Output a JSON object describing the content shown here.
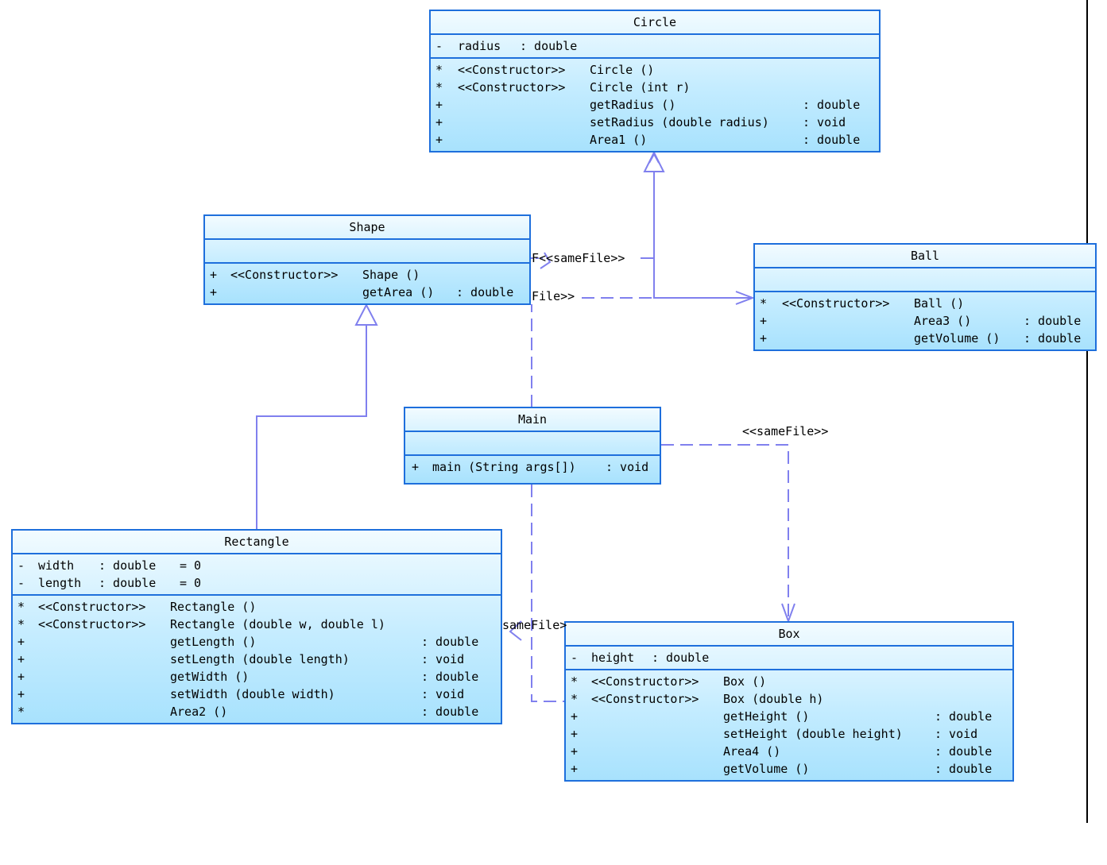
{
  "classes": {
    "circle": {
      "name": "Circle",
      "attributes": [
        {
          "vis": "-",
          "name": "radius",
          "type": ": double"
        }
      ],
      "operations": [
        {
          "vis": "*",
          "stereo": "<<Constructor>>",
          "sig": "Circle ()",
          "ret": ""
        },
        {
          "vis": "*",
          "stereo": "<<Constructor>>",
          "sig": "Circle (int r)",
          "ret": ""
        },
        {
          "vis": "+",
          "stereo": "",
          "sig": "getRadius ()",
          "ret": ": double"
        },
        {
          "vis": "+",
          "stereo": "",
          "sig": "setRadius (double radius)",
          "ret": ": void"
        },
        {
          "vis": "+",
          "stereo": "",
          "sig": "Area1 ()",
          "ret": ": double"
        }
      ]
    },
    "shape": {
      "name": "Shape",
      "attributes": [],
      "operations": [
        {
          "vis": "+",
          "stereo": "<<Constructor>>",
          "sig": "Shape ()",
          "ret": ""
        },
        {
          "vis": "+",
          "stereo": "",
          "sig": "getArea ()",
          "ret": ": double"
        }
      ]
    },
    "ball": {
      "name": "Ball",
      "attributes": [],
      "operations": [
        {
          "vis": "*",
          "stereo": "<<Constructor>>",
          "sig": "Ball ()",
          "ret": ""
        },
        {
          "vis": "+",
          "stereo": "",
          "sig": "Area3 ()",
          "ret": ": double"
        },
        {
          "vis": "+",
          "stereo": "",
          "sig": "getVolume ()",
          "ret": ": double"
        }
      ]
    },
    "main": {
      "name": "Main",
      "attributes": [],
      "operations": [
        {
          "vis": "+",
          "stereo": "",
          "sig": "main (String args[])",
          "ret": ": void"
        }
      ]
    },
    "rectangle": {
      "name": "Rectangle",
      "attributes": [
        {
          "vis": "-",
          "name": "width",
          "type": ": double",
          "init": "= 0"
        },
        {
          "vis": "-",
          "name": "length",
          "type": ": double",
          "init": "= 0"
        }
      ],
      "operations": [
        {
          "vis": "*",
          "stereo": "<<Constructor>>",
          "sig": "Rectangle ()",
          "ret": ""
        },
        {
          "vis": "*",
          "stereo": "<<Constructor>>",
          "sig": "Rectangle (double w, double l)",
          "ret": ""
        },
        {
          "vis": "+",
          "stereo": "",
          "sig": "getLength ()",
          "ret": ": double"
        },
        {
          "vis": "+",
          "stereo": "",
          "sig": "setLength (double length)",
          "ret": ": void"
        },
        {
          "vis": "+",
          "stereo": "",
          "sig": "getWidth ()",
          "ret": ": double"
        },
        {
          "vis": "+",
          "stereo": "",
          "sig": "setWidth (double width)",
          "ret": ": void"
        },
        {
          "vis": "*",
          "stereo": "",
          "sig": "Area2 ()",
          "ret": ": double"
        }
      ]
    },
    "box": {
      "name": "Box",
      "attributes": [
        {
          "vis": "-",
          "name": "height",
          "type": ": double"
        }
      ],
      "operations": [
        {
          "vis": "*",
          "stereo": "<<Constructor>>",
          "sig": "Box ()",
          "ret": ""
        },
        {
          "vis": "*",
          "stereo": "<<Constructor>>",
          "sig": "Box (double h)",
          "ret": ""
        },
        {
          "vis": "+",
          "stereo": "",
          "sig": "getHeight ()",
          "ret": ": double"
        },
        {
          "vis": "+",
          "stereo": "",
          "sig": "setHeight (double height)",
          "ret": ": void"
        },
        {
          "vis": "+",
          "stereo": "",
          "sig": "Area4 ()",
          "ret": ": double"
        },
        {
          "vis": "+",
          "stereo": "",
          "sig": "getVolume ()",
          "ret": ": double"
        }
      ]
    }
  },
  "labels": {
    "shape_ball_link": "F<<sameFile>>",
    "shape_ball_link_2": "File>>",
    "main_box_link": "<<sameFile>>",
    "main_rectangle_link": "sameFile>"
  },
  "colors": {
    "box_border": "#1e6fdc",
    "connector": "#8080ee"
  }
}
